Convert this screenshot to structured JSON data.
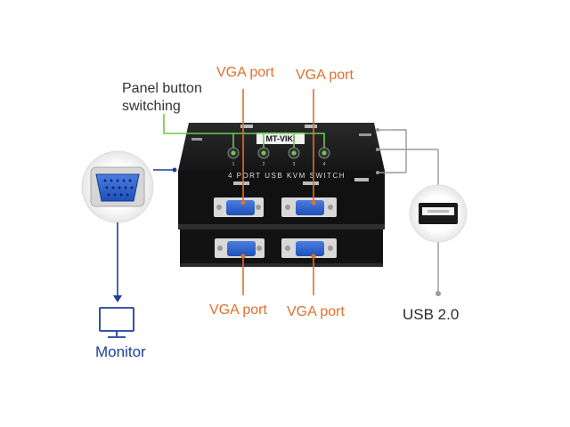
{
  "labels": {
    "panel_button_line1": "Panel button",
    "panel_button_line2": "switching",
    "vga_top_left": "VGA port",
    "vga_top_right": "VGA port",
    "vga_bottom_left": "VGA port",
    "vga_bottom_right": "VGA port",
    "usb": "USB 2.0",
    "monitor": "Monitor"
  },
  "device": {
    "brand": "MT-VIKI",
    "model_text": "4 PORT USB KVM SWITCH",
    "button_numbers": [
      "1",
      "2",
      "3",
      "4"
    ],
    "body_color": "#1c1c1c"
  },
  "colors": {
    "vga_label": "#e0702a",
    "panel_line": "#6ac94c",
    "monitor_line": "#1e3f9a",
    "usb_line": "#9a9a9a",
    "vga_connector": "#2f5fc9"
  },
  "icons": [
    "monitor-icon",
    "vga-connector-icon",
    "usb-port-icon",
    "kvm-switch-device"
  ]
}
